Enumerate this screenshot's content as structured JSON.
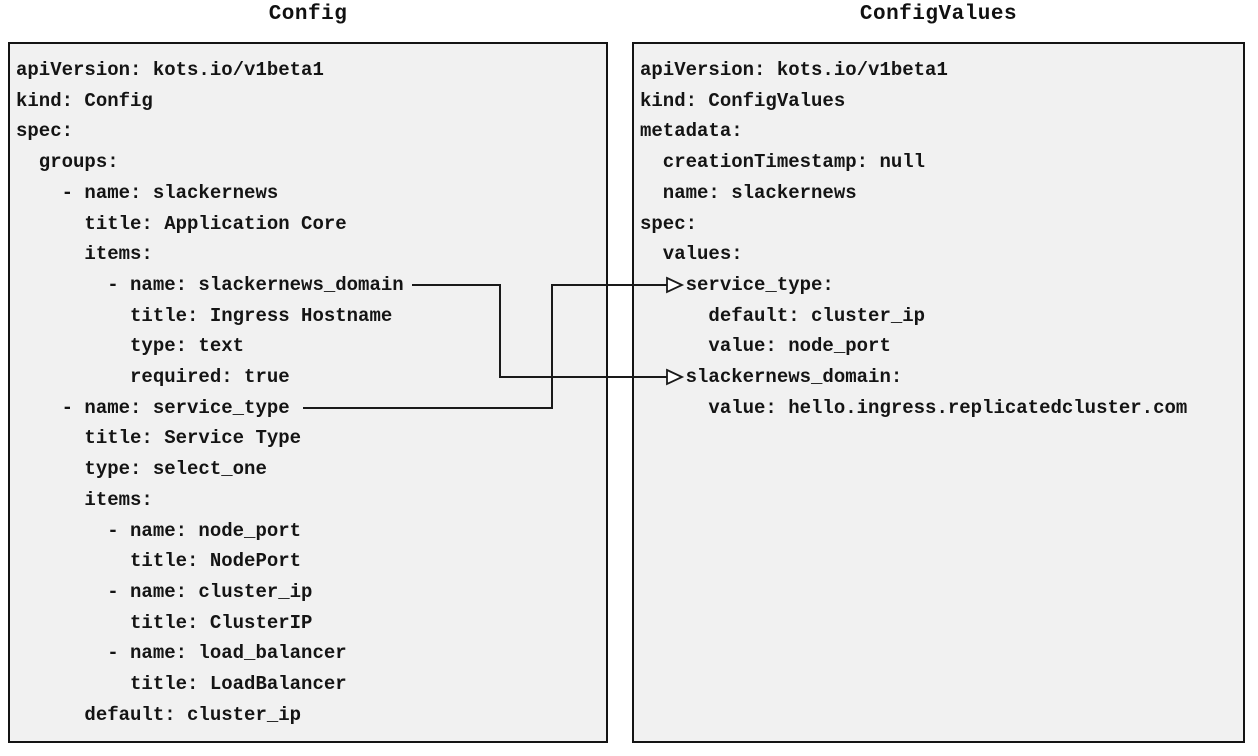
{
  "diagram": {
    "left_panel": {
      "title": "Config",
      "lines": [
        "apiVersion: kots.io/v1beta1",
        "kind: Config",
        "spec:",
        "  groups:",
        "    - name: slackernews",
        "      title: Application Core",
        "      items:",
        "        - name: slackernews_domain",
        "          title: Ingress Hostname",
        "          type: text",
        "          required: true",
        "    - name: service_type",
        "      title: Service Type",
        "      type: select_one",
        "      items:",
        "        - name: node_port",
        "          title: NodePort",
        "        - name: cluster_ip",
        "          title: ClusterIP",
        "        - name: load_balancer",
        "          title: LoadBalancer",
        "      default: cluster_ip"
      ]
    },
    "right_panel": {
      "title": "ConfigValues",
      "lines": [
        "apiVersion: kots.io/v1beta1",
        "kind: ConfigValues",
        "metadata:",
        "  creationTimestamp: null",
        "  name: slackernews",
        "spec:",
        "  values:",
        "    service_type:",
        "      default: cluster_ip",
        "      value: node_port",
        "    slackernews_domain:",
        "      value: hello.ingress.replicatedcluster.com"
      ]
    },
    "connectors": [
      {
        "from": "Config item name: slackernews_domain",
        "to": "ConfigValues spec.values.slackernews_domain"
      },
      {
        "from": "Config item name: service_type",
        "to": "ConfigValues spec.values.service_type"
      }
    ],
    "colors": {
      "background": "#ffffff",
      "panel_fill": "#f1f1f1",
      "panel_border": "#141414",
      "text": "#141414",
      "connector": "#1a1a1a",
      "arrowhead_fill": "#ffffff"
    }
  }
}
